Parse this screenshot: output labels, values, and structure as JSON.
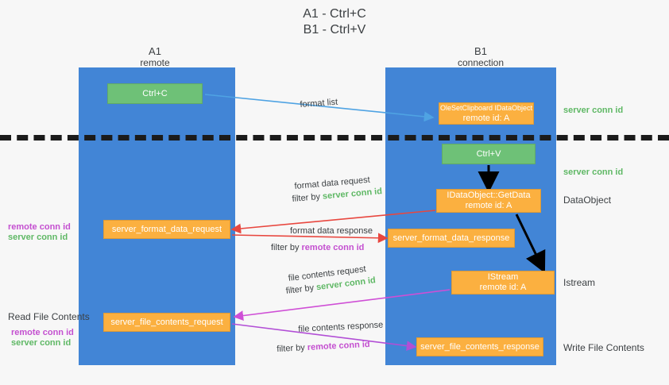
{
  "title": {
    "line1": "A1 - Ctrl+C",
    "line2": "B1 - Ctrl+V"
  },
  "columns": [
    {
      "name": "A1",
      "sub": "remote"
    },
    {
      "name": "B1",
      "sub": "connection"
    }
  ],
  "colors": {
    "lane": "#4285d6",
    "green_box": "#6ec177",
    "orange_box": "#fbb040",
    "server_conn": "#5fb865",
    "remote_conn": "#c44fd0",
    "arrow_blue": "#4fa3e3",
    "arrow_red": "#e8473f",
    "arrow_magenta": "#cf4fd6",
    "arrow_purple": "#9b51e0",
    "arrow_black": "#000000",
    "text": "#3c4043",
    "background": "#f7f7f7"
  },
  "boxes": {
    "ctrl_c": "Ctrl+C",
    "ctrl_v": "Ctrl+V",
    "idataobject_l1": "OleSetClipboard IDataObject",
    "idataobject_l2": "remote id: A",
    "getdata_l1": "IDataObject::GetData",
    "getdata_l2": "remote id: A",
    "istream_l1": "IStream",
    "istream_l2": "remote id: A",
    "server_format_data_request": "server_format_data_request",
    "server_format_data_response": "server_format_data_response",
    "server_file_contents_request": "server_file_contents_request",
    "server_file_contents_response": "server_file_contents_response"
  },
  "edge_labels": {
    "format_list": "format list",
    "format_data_request": "format data request",
    "format_data_request_filter_prefix": "filter by",
    "format_data_request_filter_value": "server conn id",
    "format_data_response": "format data response",
    "format_data_response_filter_prefix": "filter by",
    "format_data_response_filter_value": "remote conn id",
    "file_contents_request": "file contents request",
    "file_contents_request_filter_prefix": "filter by",
    "file_contents_request_filter_value": "server conn id",
    "file_contents_response": "file contents response",
    "file_contents_response_filter_prefix": "filter by",
    "file_contents_response_filter_value": "remote conn id"
  },
  "side_labels": {
    "right_server_conn_top": "server conn id",
    "right_server_conn_mid": "server conn id",
    "right_dataobject": "DataObject",
    "right_istream": "Istream",
    "right_write_file_contents": "Write File Contents",
    "left_remote_conn_1": "remote conn id",
    "left_server_conn_1": "server conn id",
    "left_read_file_contents": "Read File Contents",
    "left_remote_conn_2": "remote conn id",
    "left_server_conn_2": "server conn id"
  }
}
